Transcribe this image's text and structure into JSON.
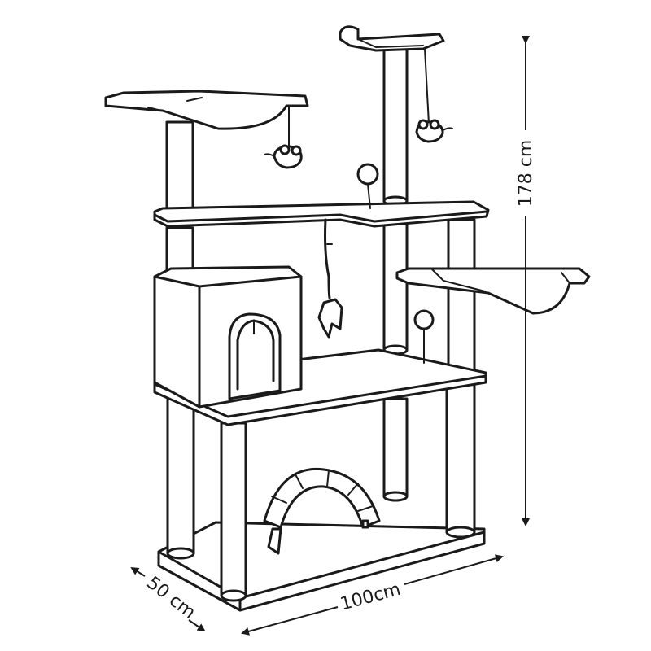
{
  "dimensions": {
    "height": "178 cm",
    "width": "100cm",
    "depth": "50 cm"
  },
  "colors": {
    "line": "#1a1a1a",
    "background": "#ffffff"
  }
}
